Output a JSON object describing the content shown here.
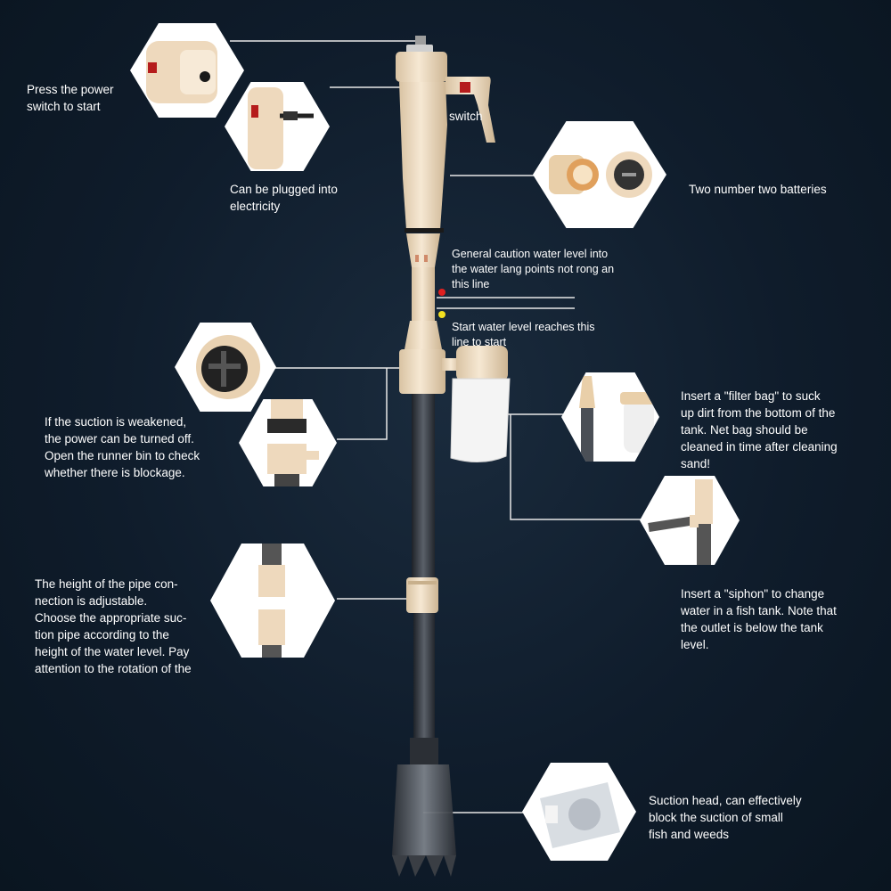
{
  "labels": {
    "power_switch": "Press the power\nswitch to start",
    "plug": "Can be plugged into\nelectricity",
    "switch": "switch",
    "batteries": "Two number two batteries",
    "caution": "General caution water level into\nthe water lang points not rong an\nthis line",
    "start_level": "Start water level reaches this\nline to start",
    "suction_weak": "If the suction is weakened,\nthe power can be turned off.\nOpen the runner bin to check\nwhether there is blockage.",
    "filter_bag": "Insert a \"filter bag\" to suck\nup dirt from the bottom of the\ntank. Net bag should be\ncleaned in time after cleaning\nsand!",
    "pipe_height": "The height of the pipe con-\nnection is adjustable.\nChoose the appropriate suc-\ntion pipe according to the\nheight of the water level. Pay\nattention to the rotation of the",
    "siphon": "Insert a \"siphon\" to change\nwater in a fish tank. Note that\nthe outlet is below the tank\nlevel.",
    "suction_head": "Suction head, can effectively\nblock the suction of small\nfish and weeds"
  },
  "colors": {
    "background": "#0f1c2b",
    "device_beige": "#efdcc2",
    "tube_dark": "#3a3f46",
    "caution_dot": "#e02020",
    "start_dot": "#f2e020",
    "callout_line": "#e8e8e8"
  },
  "icons": {
    "power_button": "power-switch-icon",
    "plug": "plug-icon",
    "battery": "battery-icon"
  }
}
